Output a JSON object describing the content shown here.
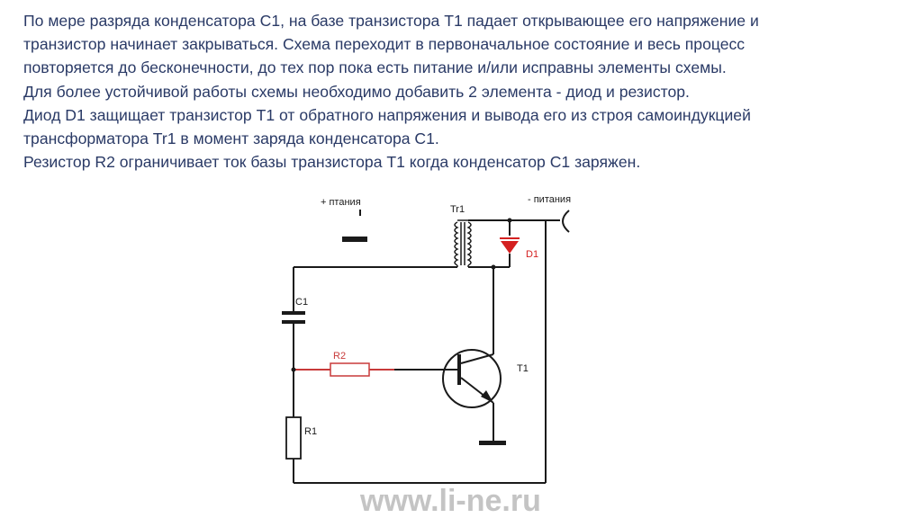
{
  "text": {
    "lines": [
      "По мере разряда конденсатора С1, на базе транзистора Т1 падает открывающее его напряжение и",
      "транзистор начинает закрываться. Схема переходит в первоначальное состояние и весь процесс",
      "повторяется до бесконечности, до тех пор пока есть питание и/или исправны элементы схемы.",
      "Для более устойчивой работы схемы необходимо добавить 2 элемента - диод и резистор.",
      "Диод D1 защищает транзистор Т1 от обратного напряжения и вывода его из строя самоиндукцией",
      "трансформатора Tr1 в момент заряда конденсатора С1.",
      "Резистор R2 ограничивает ток базы транзистора Т1 когда конденсатор С1 заряжен."
    ]
  },
  "circuit": {
    "plus_label": "+ птания",
    "minus_label": "- питания",
    "tr1_label": "Tr1",
    "d1_label": "D1",
    "c1_label": "C1",
    "r2_label": "R2",
    "t1_label": "T1",
    "r1_label": "R1"
  },
  "watermark": "www.li-ne.ru",
  "colors": {
    "text": "#2a3a66",
    "wire": "#1a1a1a",
    "diode": "#d42020",
    "resistor_r2": "#c83a3a",
    "watermark": "#c4c4c4"
  }
}
